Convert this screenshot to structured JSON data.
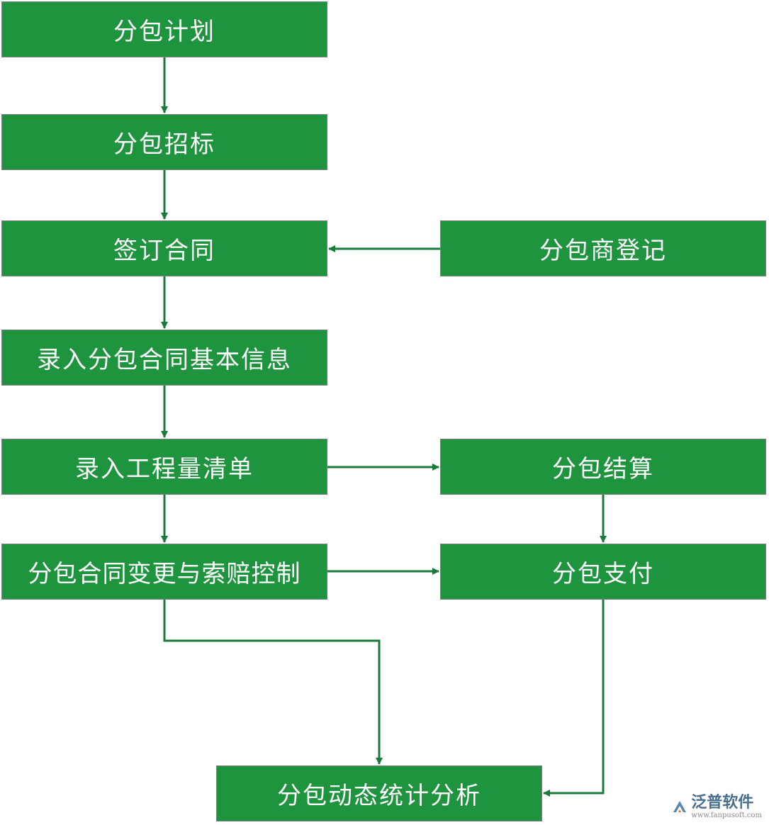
{
  "nodes": {
    "plan": "分包计划",
    "bid": "分包招标",
    "sign": "签订合同",
    "register": "分包商登记",
    "basic_info": "录入分包合同基本信息",
    "boq": "录入工程量清单",
    "settle": "分包结算",
    "change_claim": "分包合同变更与索赔控制",
    "pay": "分包支付",
    "analysis": "分包动态统计分析"
  },
  "edges": [
    {
      "from": "plan",
      "to": "bid"
    },
    {
      "from": "bid",
      "to": "sign"
    },
    {
      "from": "register",
      "to": "sign"
    },
    {
      "from": "sign",
      "to": "basic_info"
    },
    {
      "from": "basic_info",
      "to": "boq"
    },
    {
      "from": "boq",
      "to": "settle"
    },
    {
      "from": "boq",
      "to": "change_claim"
    },
    {
      "from": "settle",
      "to": "pay"
    },
    {
      "from": "change_claim",
      "to": "pay"
    },
    {
      "from": "change_claim",
      "to": "analysis"
    },
    {
      "from": "pay",
      "to": "analysis"
    }
  ],
  "colors": {
    "node_fill": "#1f943e",
    "node_text": "#ffffff",
    "edge": "#1a7a3c"
  },
  "watermark": {
    "name": "泛普软件",
    "url": "www.fanpusoft.com"
  }
}
